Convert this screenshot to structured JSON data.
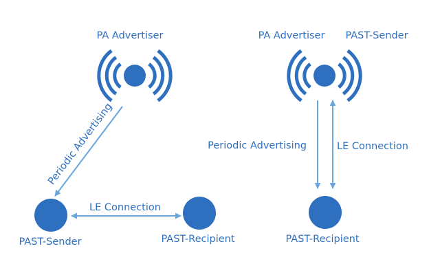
{
  "left_scenario": {
    "pa_advertiser_label": "PA Advertiser",
    "past_sender_label": "PAST-Sender",
    "past_recipient_label": "PAST-Recipient",
    "periodic_advertising_label": "Periodic Advertising",
    "le_connection_label": "LE Connection"
  },
  "right_scenario": {
    "pa_advertiser_label": "PA Advertiser",
    "past_sender_label": "PAST-Sender",
    "past_recipient_label": "PAST-Recipient",
    "periodic_advertising_label": "Periodic Advertising",
    "le_connection_label": "LE Connection"
  },
  "colors": {
    "node": "#2f6fbf",
    "arrow": "#6aa6de",
    "text": "#2f6fbf"
  }
}
